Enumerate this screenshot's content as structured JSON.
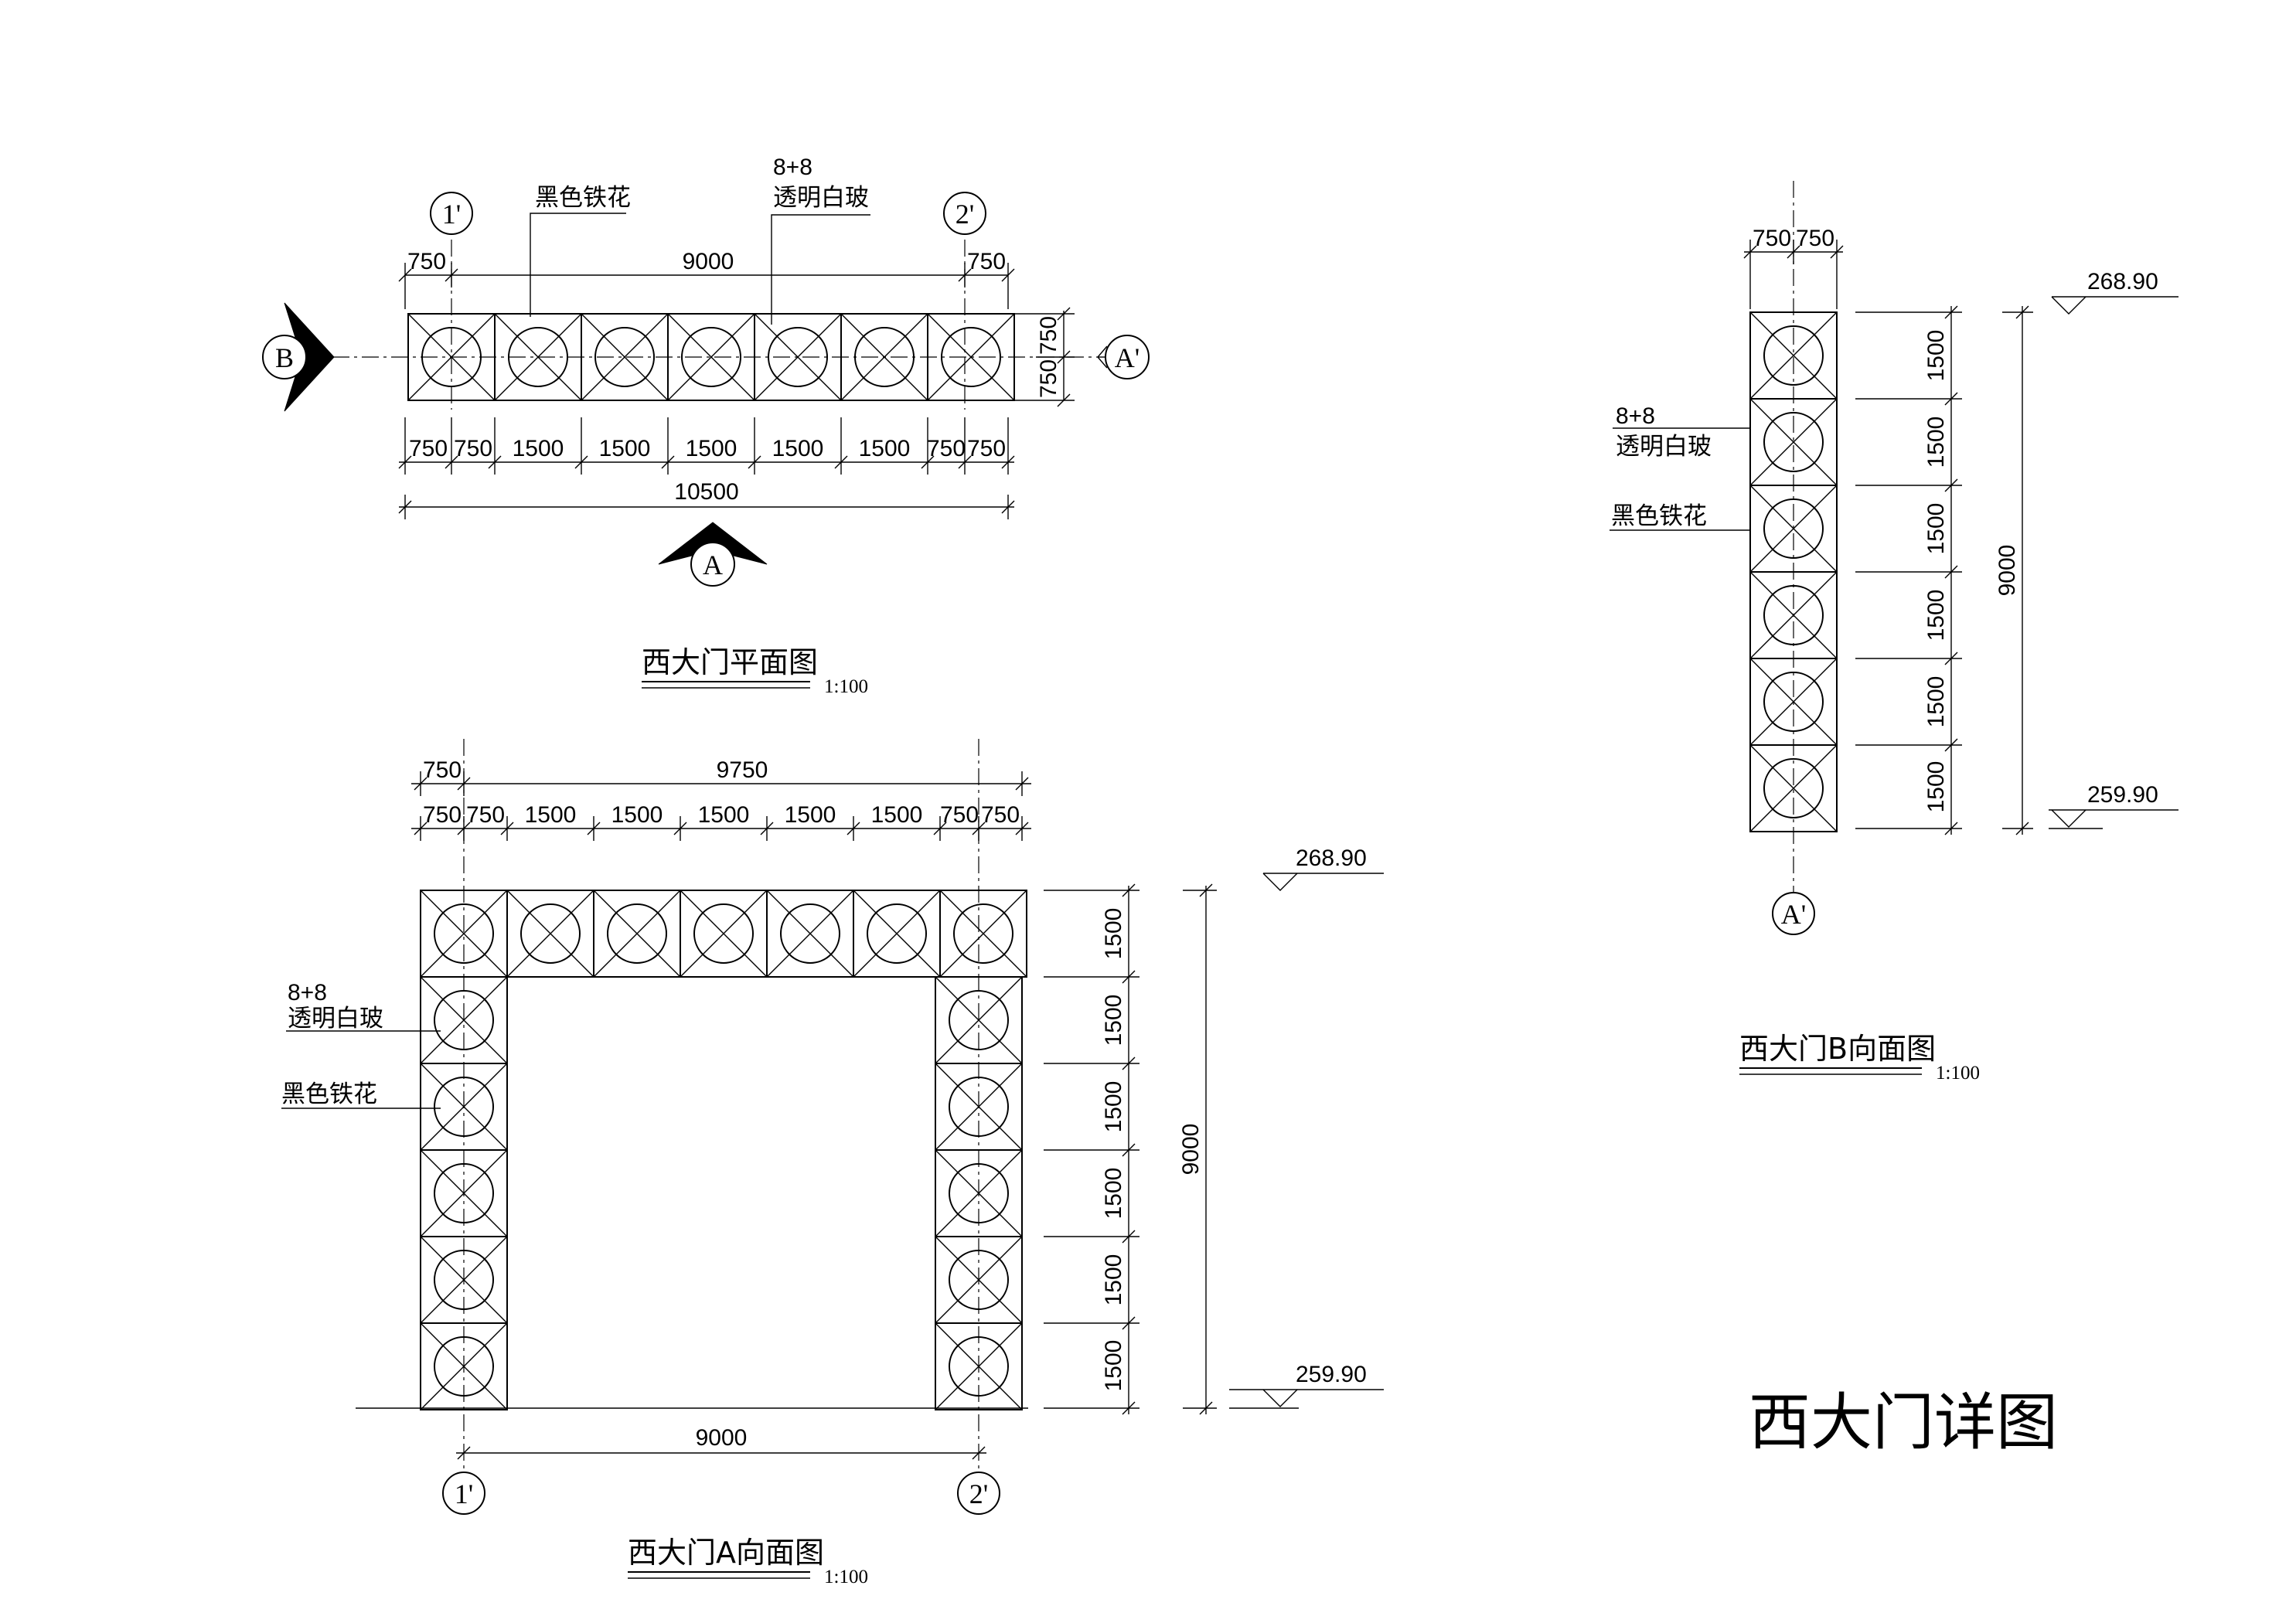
{
  "sheet_title": "西大门详图",
  "plan": {
    "title": "西大门平面图",
    "scale": "1:100",
    "axis_left": "1'",
    "axis_right": "2'",
    "section_b": "B",
    "section_a": "A",
    "view_a_prime": "A'",
    "note_iron": "黑色铁花",
    "note_glass_spec": "8+8",
    "note_glass": "透明白玻",
    "top_dims": [
      "750",
      "9000",
      "750"
    ],
    "right_dims": [
      "750",
      "750"
    ],
    "bottom_dims": [
      "750",
      "750",
      "1500",
      "1500",
      "1500",
      "1500",
      "1500",
      "750",
      "750"
    ],
    "overall": "10500"
  },
  "elev_a": {
    "title": "西大门A向面图",
    "scale": "1:100",
    "top_dim_1": [
      "750",
      "9750"
    ],
    "top_dim_2": [
      "750",
      "750",
      "1500",
      "1500",
      "1500",
      "1500",
      "1500",
      "750",
      "750"
    ],
    "right_dims": [
      "1500",
      "1500",
      "1500",
      "1500",
      "1500",
      "1500"
    ],
    "height": "9000",
    "bottom_width": "9000",
    "level_top": "268.90",
    "level_bottom": "259.90",
    "note_glass_spec": "8+8",
    "note_glass": "透明白玻",
    "note_iron": "黑色铁花",
    "axis_left": "1'",
    "axis_right": "2'"
  },
  "elev_b": {
    "title": "西大门B向面图",
    "scale": "1:100",
    "top_dims": [
      "750",
      "750"
    ],
    "right_dims": [
      "1500",
      "1500",
      "1500",
      "1500",
      "1500",
      "1500"
    ],
    "height": "9000",
    "level_top": "268.90",
    "level_bottom": "259.90",
    "note_glass_spec": "8+8",
    "note_glass": "透明白玻",
    "note_iron": "黑色铁花",
    "axis": "A'"
  }
}
